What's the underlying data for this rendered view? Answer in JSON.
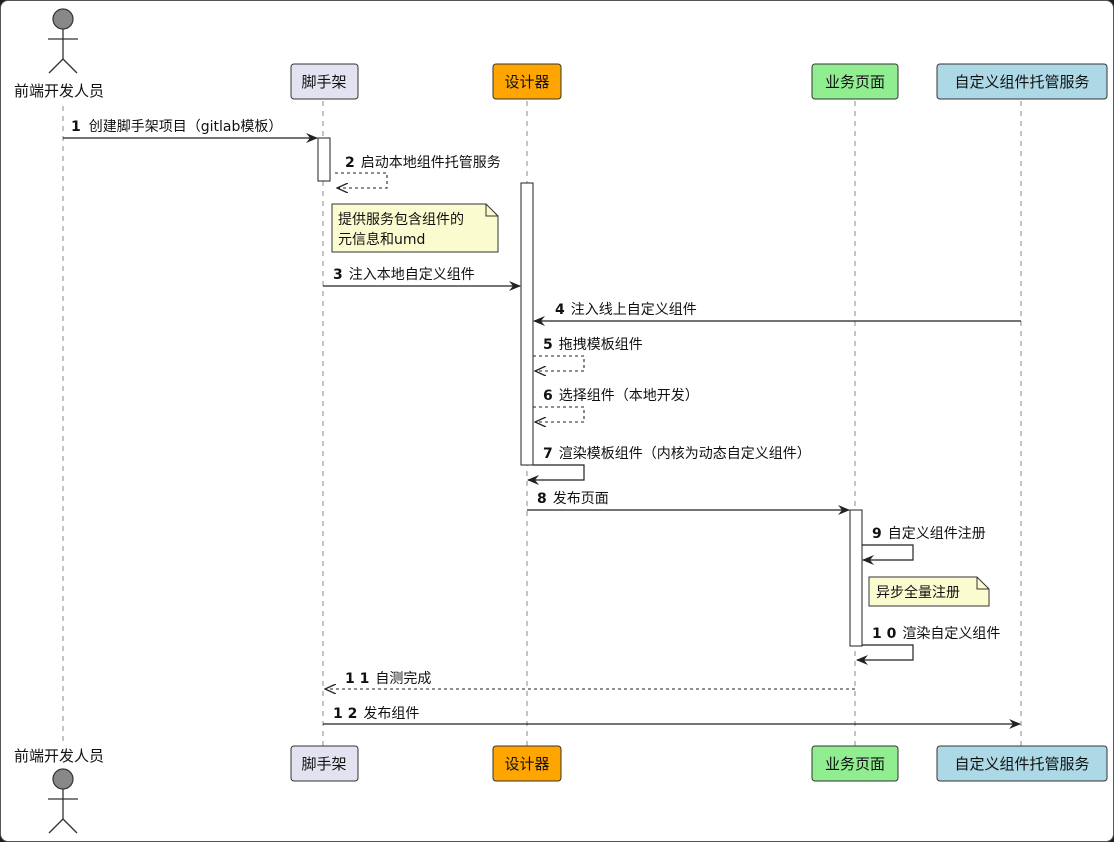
{
  "participants": [
    {
      "id": "dev",
      "label": "前端开发人员",
      "kind": "actor"
    },
    {
      "id": "scaffold",
      "label": "脚手架",
      "kind": "box",
      "color": "#e2e2f0"
    },
    {
      "id": "designer",
      "label": "设计器",
      "kind": "box",
      "color": "#ffa500"
    },
    {
      "id": "page",
      "label": "业务页面",
      "kind": "box",
      "color": "#90ee90"
    },
    {
      "id": "hosting",
      "label": "自定义组件托管服务",
      "kind": "box",
      "color": "#add8e6"
    }
  ],
  "messages": [
    {
      "num": "1",
      "text": "创建脚手架项目（gitlab模板）"
    },
    {
      "num": "2",
      "text": "启动本地组件托管服务"
    },
    {
      "num": "3",
      "text": "注入本地自定义组件"
    },
    {
      "num": "4",
      "text": "注入线上自定义组件"
    },
    {
      "num": "5",
      "text": "拖拽模板组件"
    },
    {
      "num": "6",
      "text": "选择组件（本地开发）"
    },
    {
      "num": "7",
      "text": "渲染模板组件（内核为动态自定义组件）"
    },
    {
      "num": "8",
      "text": "发布页面"
    },
    {
      "num": "9",
      "text": "自定义组件注册"
    },
    {
      "num": "1 0",
      "text": "渲染自定义组件"
    },
    {
      "num": "1 1",
      "text": "自测完成"
    },
    {
      "num": "1 2",
      "text": "发布组件"
    }
  ],
  "notes": [
    {
      "lines": [
        "提供服务包含组件的",
        "元信息和umd"
      ]
    },
    {
      "lines": [
        "异步全量注册"
      ]
    }
  ],
  "colors": {
    "note_fill": "#fbfbd0",
    "line": "#222222",
    "lifeline": "#888888"
  }
}
